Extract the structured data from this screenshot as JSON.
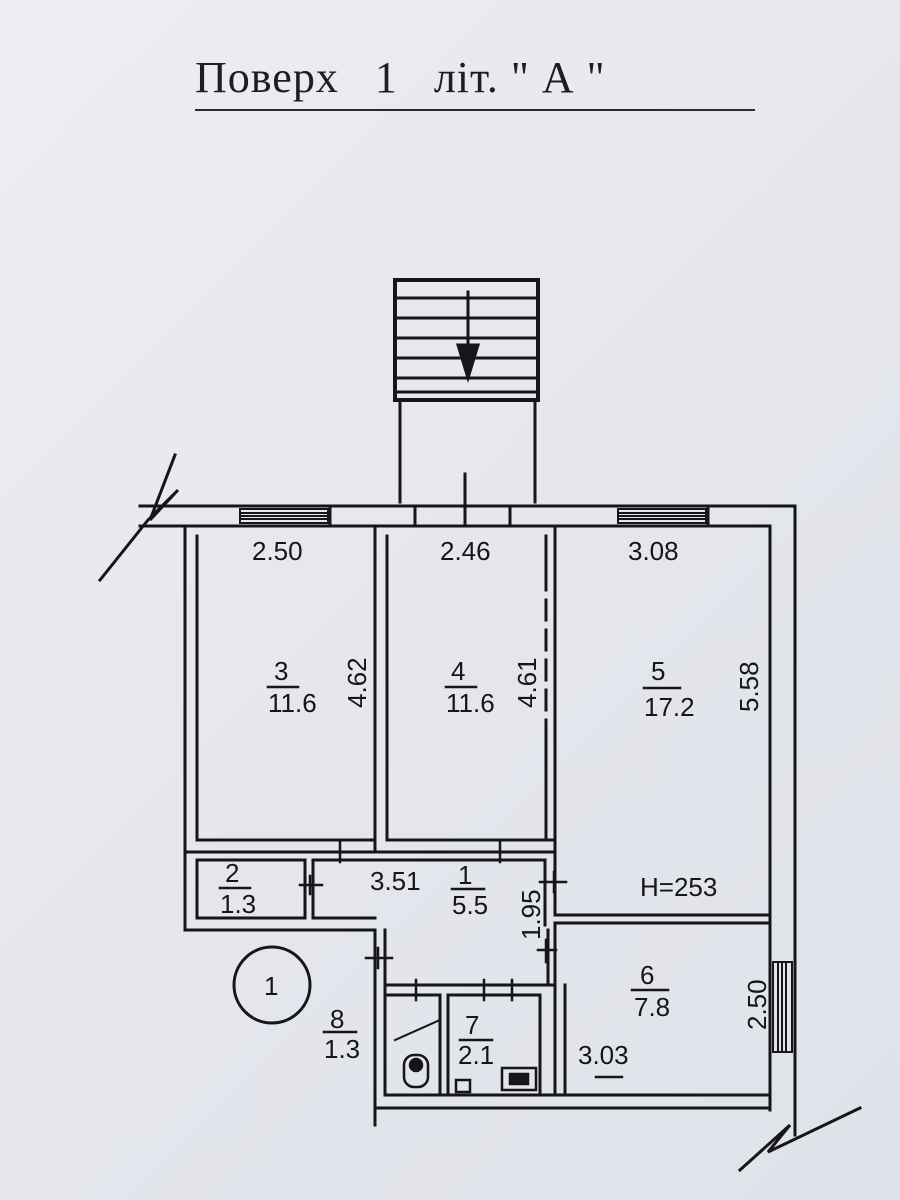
{
  "title": "Поверх   1   літ. \" А \"",
  "rooms": [
    {
      "number": "3",
      "area": "11.6",
      "length": "4.62",
      "width": "2.50"
    },
    {
      "number": "4",
      "area": "11.6",
      "length": "4.61",
      "width": "2.46"
    },
    {
      "number": "5",
      "area": "17.2",
      "length": "5.58",
      "width": "3.08"
    },
    {
      "number": "2",
      "area": "1.3"
    },
    {
      "number": "1",
      "area": "5.5",
      "length": "3.51",
      "width": "1.95"
    },
    {
      "number": "6",
      "area": "7.8",
      "length": "3.03",
      "width": "2.50"
    },
    {
      "number": "8",
      "area": "1.3"
    },
    {
      "number": "7",
      "area": "2.1"
    }
  ],
  "ceiling_height": "H=253",
  "apartment_marker": "1",
  "colors": {
    "ink": "#15151a",
    "paper": "#e6e8ee"
  }
}
